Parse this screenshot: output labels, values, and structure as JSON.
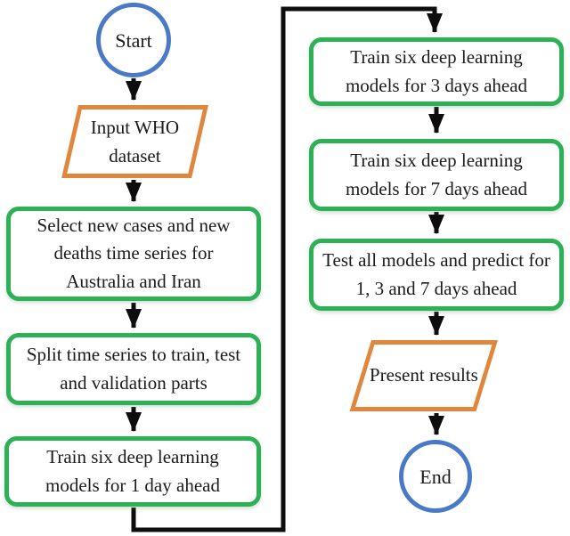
{
  "nodes": {
    "start": "Start",
    "input_dataset": "Input WHO dataset",
    "select_series": "Select new cases and new deaths time series for Australia and Iran",
    "split_series": "Split time series to train, test and validation parts",
    "train_1day": "Train six deep learning models for 1 day ahead",
    "train_3days": "Train six deep learning models for 3 days ahead",
    "train_7days": "Train six deep learning models for 7 days ahead",
    "test_models": "Test all models and predict for 1, 3 and 7 days ahead",
    "present_results": "Present results",
    "end": "End"
  },
  "edges": [
    {
      "from": "start",
      "to": "input_dataset"
    },
    {
      "from": "input_dataset",
      "to": "select_series"
    },
    {
      "from": "select_series",
      "to": "split_series"
    },
    {
      "from": "split_series",
      "to": "train_1day"
    },
    {
      "from": "train_1day",
      "to": "train_3days"
    },
    {
      "from": "train_3days",
      "to": "train_7days"
    },
    {
      "from": "train_7days",
      "to": "test_models"
    },
    {
      "from": "test_models",
      "to": "present_results"
    },
    {
      "from": "present_results",
      "to": "end"
    }
  ],
  "colors": {
    "process_border": "#2eb156",
    "io_border": "#e0873d",
    "terminator_border": "#4a7ac6",
    "arrow": "#0d0d0d",
    "text": "#1b1b1b",
    "background": "#ffffff"
  }
}
